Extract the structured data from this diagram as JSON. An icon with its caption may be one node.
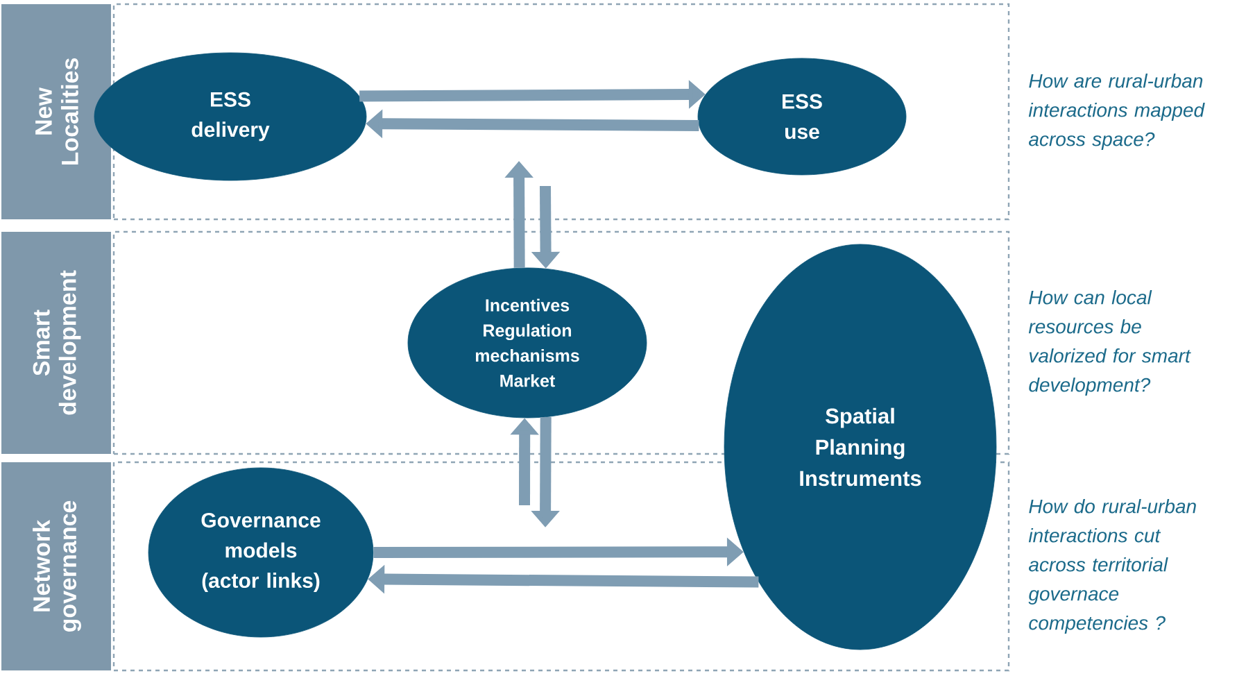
{
  "diagram": {
    "nodes": [
      {
        "text": [
          "New Localities"
        ],
        "beside": [
          "How are rural-urban interactions mapped across space?"
        ]
      },
      {
        "text": [
          "Smart development"
        ],
        "beside": [
          "How can local resources be valorized for smart development?"
        ]
      },
      {
        "text": [
          "Network governance"
        ],
        "beside": [
          "How do rural-urban interactions cut across territorial governace competencies ?"
        ]
      },
      {
        "text": [
          "ESS delivery"
        ],
        "in": 0
      },
      {
        "text": [
          "ESS use"
        ],
        "in": 0
      },
      {
        "text": [
          "Incentives Regulation mechanisms Market"
        ],
        "in": 1
      },
      {
        "text": [
          "Spatial Planning Instruments"
        ]
      },
      {
        "text": [
          "Governance models (actor links)"
        ],
        "in": 2
      }
    ],
    "edges": [
      {
        "from": 3,
        "to": 4,
        "arrow": "to"
      },
      {
        "from": 4,
        "to": 3,
        "arrow": "to"
      },
      {
        "from": 5,
        "to": null,
        "arrow": "to"
      },
      {
        "from": null,
        "to": 5,
        "arrow": "to"
      },
      {
        "from": null,
        "to": 5,
        "arrow": "to"
      },
      {
        "from": 5,
        "to": null,
        "arrow": "to"
      },
      {
        "from": 7,
        "to": 6,
        "arrow": "to"
      },
      {
        "from": 6,
        "to": 7,
        "arrow": "to"
      }
    ]
  }
}
